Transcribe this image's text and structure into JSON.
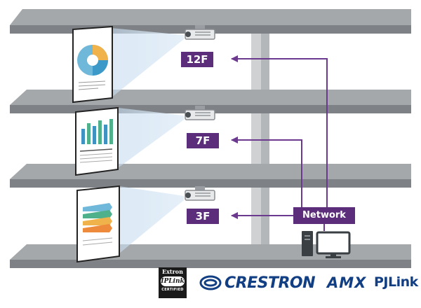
{
  "floors": [
    {
      "id": "12f",
      "label": "12F"
    },
    {
      "id": "7f",
      "label": "7F"
    },
    {
      "id": "3f",
      "label": "3F"
    }
  ],
  "network": {
    "label": "Network"
  },
  "logos": {
    "extron": {
      "name": "Extron",
      "program": "IPLink",
      "status": "CERTIFIED"
    },
    "crestron": "CRESTRON",
    "amx": "AMX",
    "pjlink": "PJLink"
  },
  "colors": {
    "accent": "#5b2d7a",
    "shelf": "#a2a5a8",
    "shelf_edge": "#7c8084",
    "logo_blue": "#123f84"
  }
}
